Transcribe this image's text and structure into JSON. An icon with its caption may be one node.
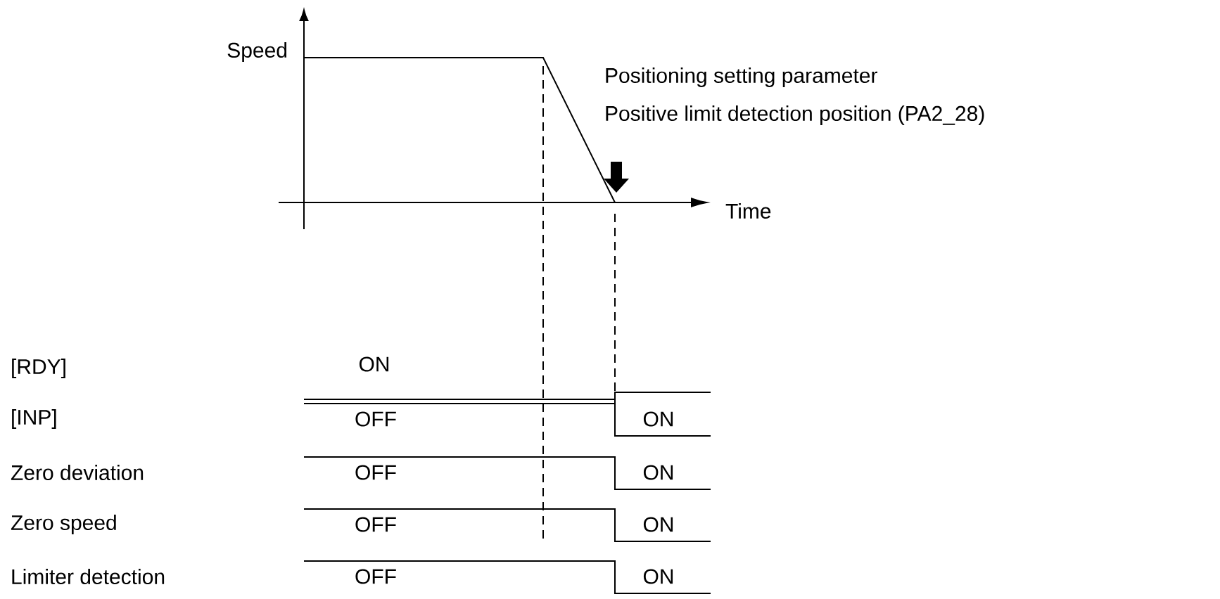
{
  "diagram": {
    "labels": [
      "Speed",
      "Positioning setting parameter",
      "Positive limit detection position (PA2_28)",
      "Time",
      "[RDY]",
      "ON",
      "[INP]",
      "OFF",
      "ON",
      "Zero deviation",
      "OFF",
      "ON",
      "Zero speed",
      "OFF",
      "ON",
      "Limiter detection",
      "OFF",
      "ON"
    ]
  }
}
